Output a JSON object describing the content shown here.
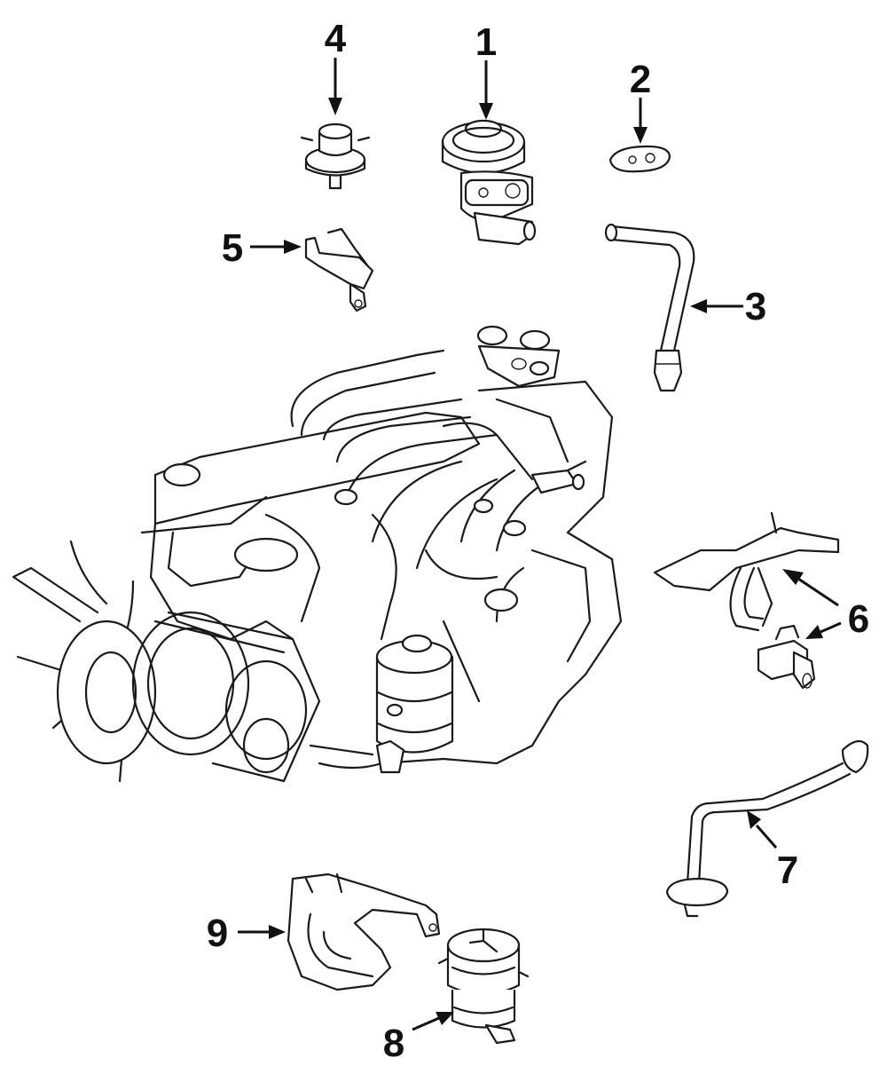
{
  "callouts": [
    {
      "id": "1",
      "label": "1"
    },
    {
      "id": "2",
      "label": "2"
    },
    {
      "id": "3",
      "label": "3"
    },
    {
      "id": "4",
      "label": "4"
    },
    {
      "id": "5",
      "label": "5"
    },
    {
      "id": "6a",
      "label": "6"
    },
    {
      "id": "6b",
      "label": "6"
    },
    {
      "id": "7",
      "label": "7"
    },
    {
      "id": "8",
      "label": "8"
    },
    {
      "id": "9",
      "label": "9"
    }
  ],
  "colors": {
    "ink": "#111111",
    "paper": "#ffffff"
  }
}
